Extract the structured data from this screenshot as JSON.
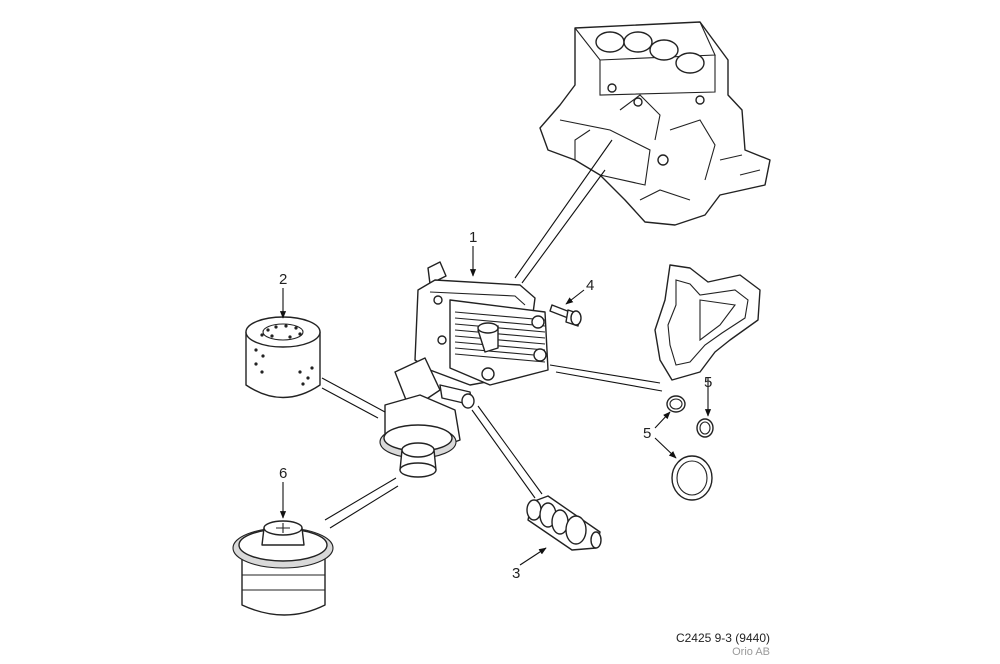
{
  "callouts": [
    {
      "id": "part-1",
      "label": "1"
    },
    {
      "id": "part-2",
      "label": "2"
    },
    {
      "id": "part-3",
      "label": "3"
    },
    {
      "id": "part-4",
      "label": "4"
    },
    {
      "id": "part-5a",
      "label": "5"
    },
    {
      "id": "part-5b",
      "label": "5"
    },
    {
      "id": "part-6",
      "label": "6"
    }
  ],
  "reference": {
    "code": "C2425 9-3 (9440)",
    "company": "Orio AB"
  }
}
